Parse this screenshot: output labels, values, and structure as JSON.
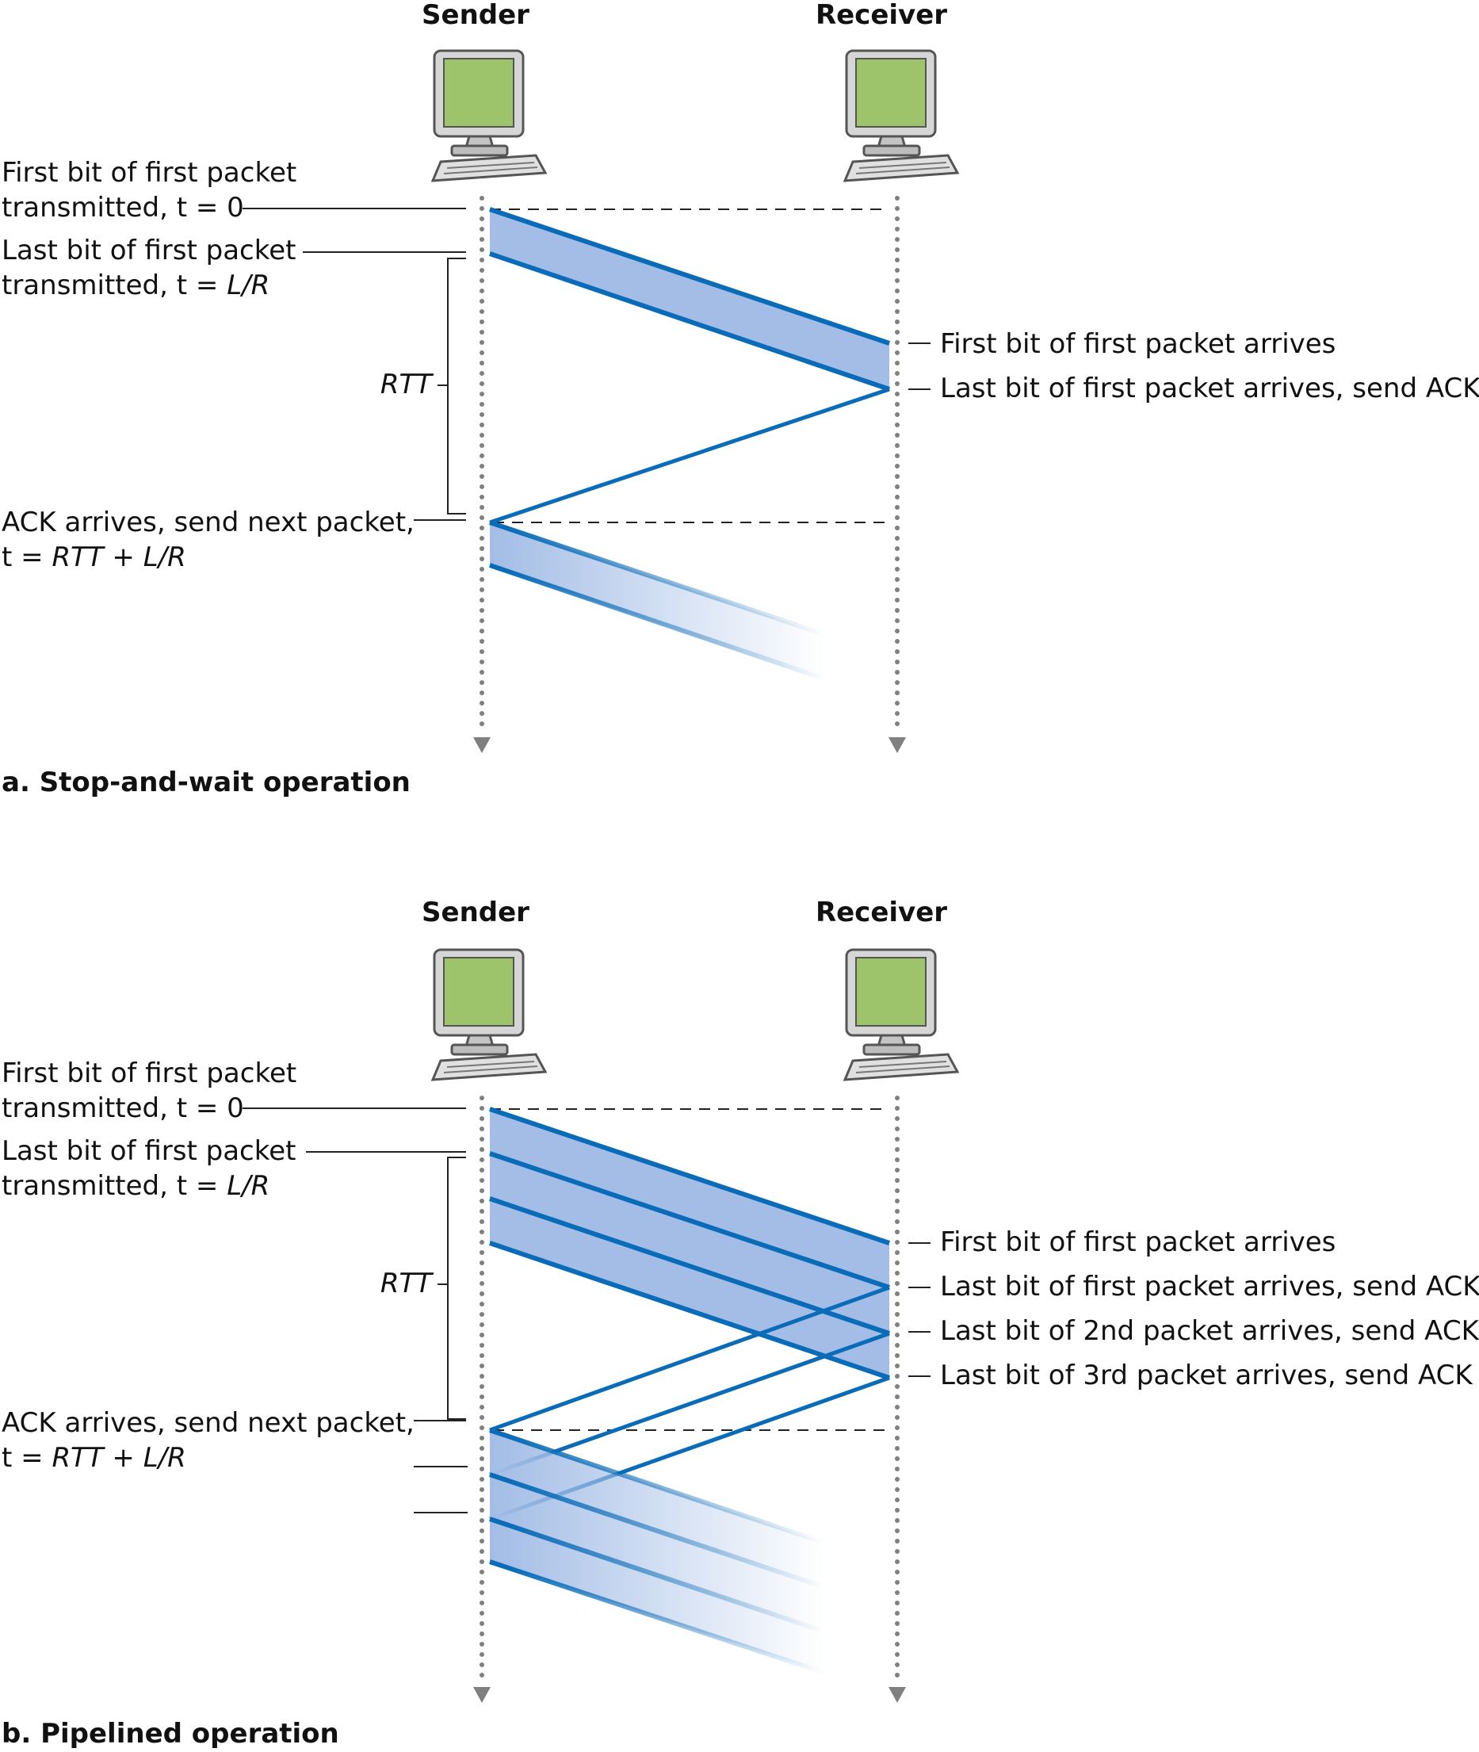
{
  "colors": {
    "packet_line": "#0a6cb8",
    "packet_fill": "#a3bde6",
    "timeline": "#808080",
    "screen": "#9dc36b"
  },
  "icons": [
    "computer-icon"
  ],
  "panel_a": {
    "sender": "Sender",
    "receiver": "Receiver",
    "caption": "a. Stop-and-wait operation",
    "rtt": "RTT",
    "first_bit": {
      "l1": "First bit of first packet",
      "l2": "transmitted, t = 0"
    },
    "last_bit": {
      "l1": "Last bit of first packet",
      "l2a": "transmitted, t = ",
      "l2b": "L/R"
    },
    "ack_arrives": {
      "l1": "ACK arrives, send next packet,",
      "l2a": "t = ",
      "l2b": "RTT + L/R"
    },
    "right_labels": [
      "First bit of first packet arrives",
      "Last bit of first packet arrives, send ACK"
    ]
  },
  "panel_b": {
    "sender": "Sender",
    "receiver": "Receiver",
    "caption": "b. Pipelined operation",
    "rtt": "RTT",
    "first_bit": {
      "l1": "First bit of first packet",
      "l2": "transmitted, t = 0"
    },
    "last_bit": {
      "l1": "Last bit of first packet",
      "l2a": "transmitted, t = ",
      "l2b": "L/R"
    },
    "ack_arrives": {
      "l1": "ACK arrives, send next packet,",
      "l2a": "t = ",
      "l2b": "RTT + L/R"
    },
    "right_labels": [
      "First bit of first packet arrives",
      "Last bit of first packet arrives, send ACK",
      "Last bit of 2nd packet arrives, send ACK",
      "Last bit of 3rd packet arrives, send ACK"
    ]
  }
}
